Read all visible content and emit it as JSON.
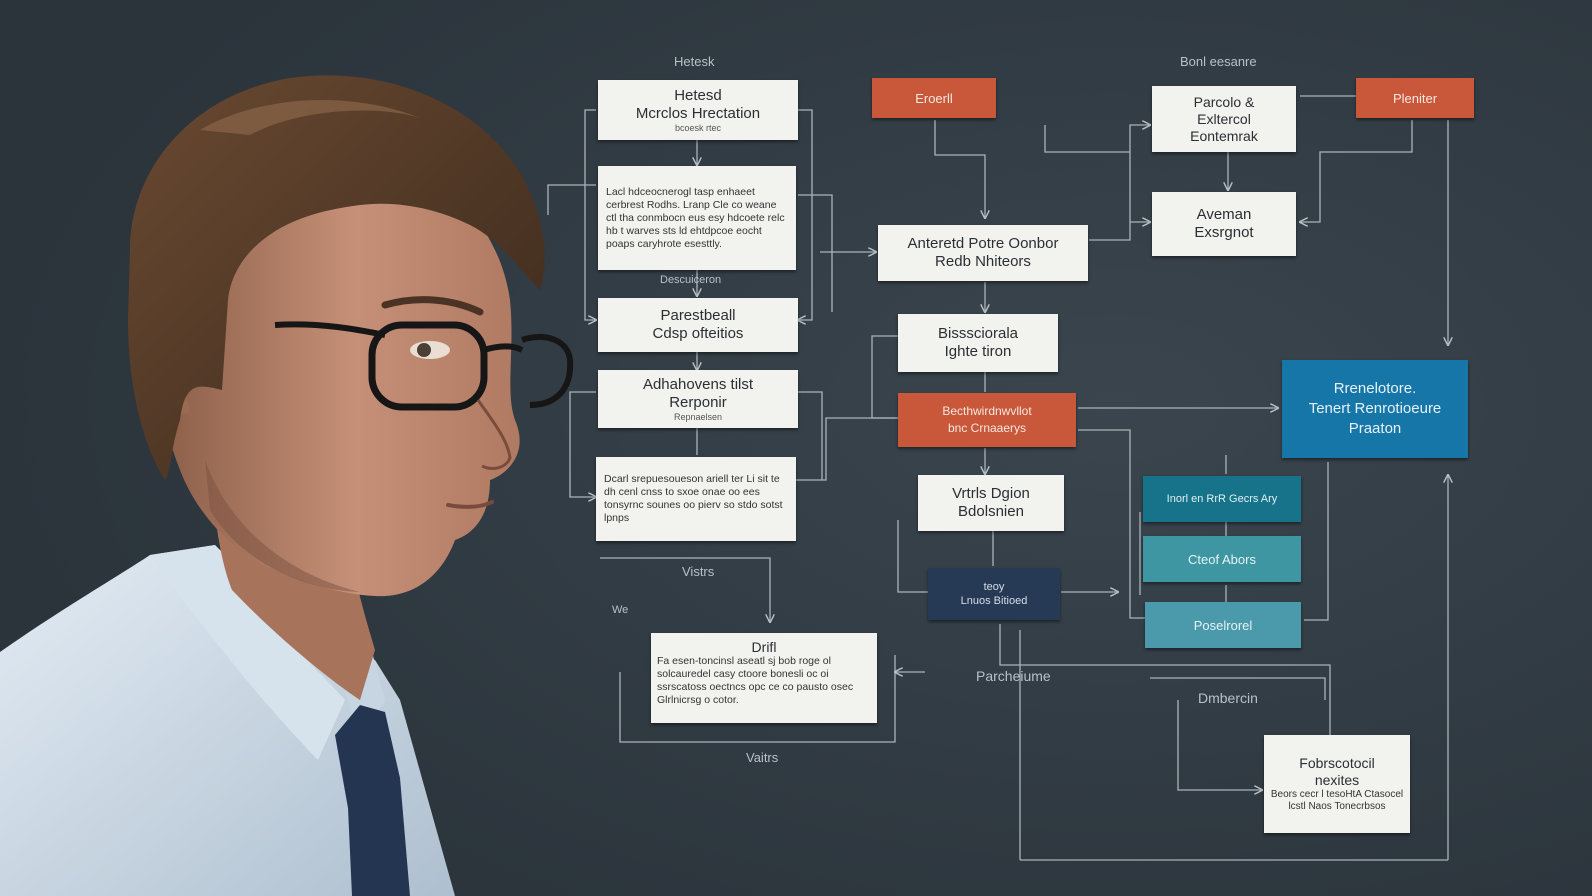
{
  "scene": {
    "description_free": true,
    "colors": {
      "background": "#333d45",
      "box": "#f2f2ef",
      "orange": "#c9573a",
      "teal": "#17738a",
      "blue": "#1776a8",
      "navy": "#263a56",
      "line": "#c8ced3"
    }
  },
  "labels": {
    "top_left": "Hetesk",
    "top_right": "Bonl eesanre",
    "mid_left": "Descuiceron",
    "vista": "Vistrs",
    "side_left": "We",
    "parcheiume": "Parcheiume",
    "vaitrs": "Vaitrs",
    "dmbercin": "Dmbercin"
  },
  "boxes": {
    "b1": {
      "title": "Hetesd\nMcrclos Hrectation",
      "sub": "bcoesk rtec"
    },
    "b2": {
      "para": "Lacl hdceocnerogl tasp enhaeet cerbrest Rodhs. Lranp Cle co weane ctl tha conmbocn eus esy hdcoete relc hb t warves sts ld ehtdpcoe eocht poaps caryhrote esesttly."
    },
    "b3": {
      "title": "Parestbeall\nCdsp ofteitios"
    },
    "b4": {
      "title": "Adhahovens tilst\nRerponir",
      "sub": "Repnaelsen"
    },
    "b5": {
      "para": "Dcarl srepuesoueson ariell ter Li sit te dh cenl cnss to sxoe onae oo ees tonsyrnc sounes oo pierv so stdo sotst lpnps"
    },
    "b6": {
      "title": "Drifl",
      "para": "Fa esen-toncinsl aseatl sj bob roge ol solcauredel casy ctoore bonesli oc oi ssrscatoss oectncs opc ce co pausto osec Glrlnicrsg o cotor."
    },
    "o1": {
      "title": "Eroerll"
    },
    "c1": {
      "title": "Anteretd Potre Oonbor\nRedb Nhiteors"
    },
    "c2": {
      "title": "Bisssciorala\nIghte tiron"
    },
    "o2": {
      "title": "Becthwirdnwvllot\nbnc Crnaaerys"
    },
    "c3": {
      "title": "Vrtrls Dgion\nBdolsnien"
    },
    "n1": {
      "title": "teoy\nLnuos Bitioed"
    },
    "r1": {
      "title": "Parcolo &\nExltercol\nEontemrak"
    },
    "o3": {
      "title": "Pleniter"
    },
    "r2": {
      "title": "Aveman\nExsrgnot"
    },
    "bl": {
      "title": "Rrenelotore.\nTenert Renrotioeure\nPraaton"
    },
    "t1": {
      "title": "Inorl en RrR Gecrs Ary"
    },
    "t2": {
      "title": "Cteof Abors"
    },
    "t3": {
      "title": "Poselrorel"
    },
    "fb": {
      "title": "Fobrscotocil\nnexites",
      "para": "Beors cecr l tesoHtA Ctasocel lcstl Naos Tonecrbsos"
    }
  }
}
